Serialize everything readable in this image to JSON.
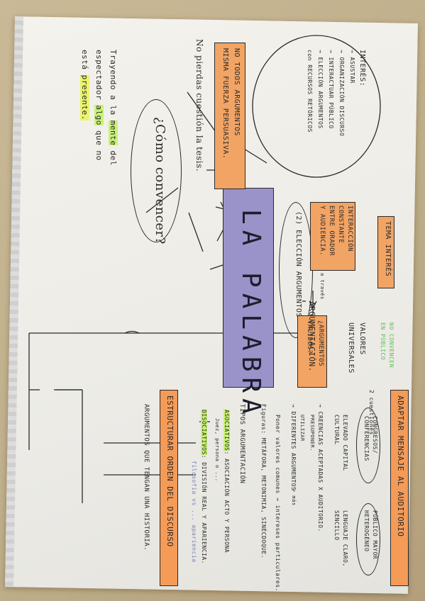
{
  "diagram": {
    "intro": {
      "line1": "Trayendo a la",
      "mente": "mente",
      "del": "del",
      "line2_pre": "espectador",
      "algo": "algo",
      "que_no": "que no",
      "esta": "está",
      "presente": "presente."
    },
    "como_convencer": "¿Cómo convencer?",
    "main_title": "LA PALABRA",
    "eleccion": "(2) ELECCIÓN ARGUMENTOS",
    "a_traves": "a través",
    "argumentacion": "ARGUMENTACIÓN.",
    "dos_cuestiones": "2 cuestiones",
    "interes": {
      "title": "INTERÉS:",
      "items": [
        "→ ASUSTAR",
        "→ ORGANIZACIÓN DISCURSO",
        "→ INTERACTUAR PÚBLICO",
        "→ ELECCIÓN ARGUMENTOS",
        "  con RECURSOS RETÓRICOS"
      ]
    },
    "no_todos": [
      "NO TODOS ARGUMENTOS",
      "MISMA FUERZA PERSUASIVA."
    ],
    "no_pierdas": "No pierdas cuestión la tesis.",
    "interaccion": [
      "INTERACCIÓN",
      "CONSTANTE",
      "ENTRE ORADOR",
      "Y AUDIENCIA."
    ],
    "tema_interes": "TEMA INTERÉS",
    "argumentos_validos": [
      "¿ARGUMENTOS",
      "VÁLIDOS?"
    ],
    "valores": [
      "VALORES",
      "UNIVERSALES"
    ],
    "no_convencen": [
      "NO CONVENCEN",
      "EN PÚBLICO"
    ],
    "adaptar": "ADAPTAR MENSAJE AL AUDITORIO",
    "congresos": [
      "CONGRESOS/",
      "CONFERENCIAS"
    ],
    "publico_heterogeneo": [
      "PÚBLICO MAYOR",
      "HETEROGÉNEO"
    ],
    "elevado": [
      "ELEVADO CAPITAL",
      "CULTURAL"
    ],
    "lenguaje": [
      "LENGUAJE CLARO,",
      "SENCILLO"
    ],
    "creencias": "→ CREENCIAS ACEPTADAS X AUDITORIO.",
    "presuponer": "PRESUPONER.",
    "utilizar": "UTILIZAR",
    "diferentes": "→ DIFERENTES ARGUMENTOS",
    "mas": "+ más",
    "poner_valores": "Poner valores comunes → intereses particulares.",
    "figuras": "Figuras: METÁFORA, METONIMIA, SINÉCDOQUE.",
    "tipos": "TIPOS ARGUMENTACIÓN",
    "asociativos": "ASOCIATIVOS",
    "asociativos_rest": ": ASOCIACIÓN ACTO Y PERSONA",
    "juez": "Juez, persona o ...",
    "disociativos": "DISOCIATIVOS",
    "disociativos_rest": ": DIVISIÓN REAL Y APARIENCIA.",
    "disociativos_note": "filosofía vs ... apariencia",
    "estructurar": "ESTRUCTURAR ORDEN DEL DISCURSO",
    "argumentos_historia": "ARGUMENTOS QUE TENGAN UNA HISTORIA."
  }
}
